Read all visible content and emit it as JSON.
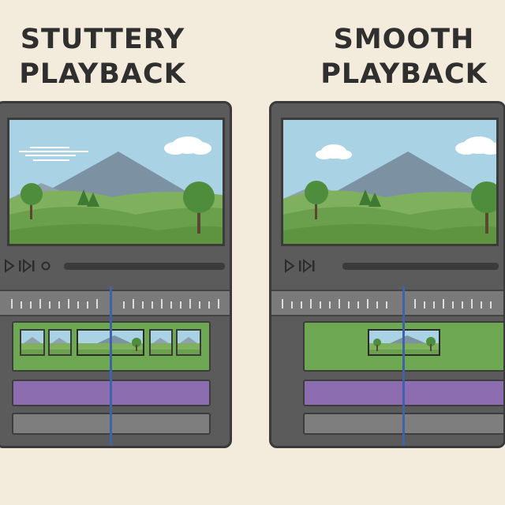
{
  "panels": {
    "left": {
      "title_line1": "STUTTERY",
      "title_line2": "PLAYBACK"
    },
    "right": {
      "title_line1": "SMOOTH",
      "title_line2": "PLAYBACK"
    }
  },
  "colors": {
    "background": "#f3ebdb",
    "panel": "#5b5b5b",
    "video_track": "#6ea853",
    "audio_track": "#8c6db0",
    "playhead": "#3e63a8"
  },
  "icons": [
    "play-icon",
    "step-forward-icon",
    "record-dot-icon"
  ]
}
